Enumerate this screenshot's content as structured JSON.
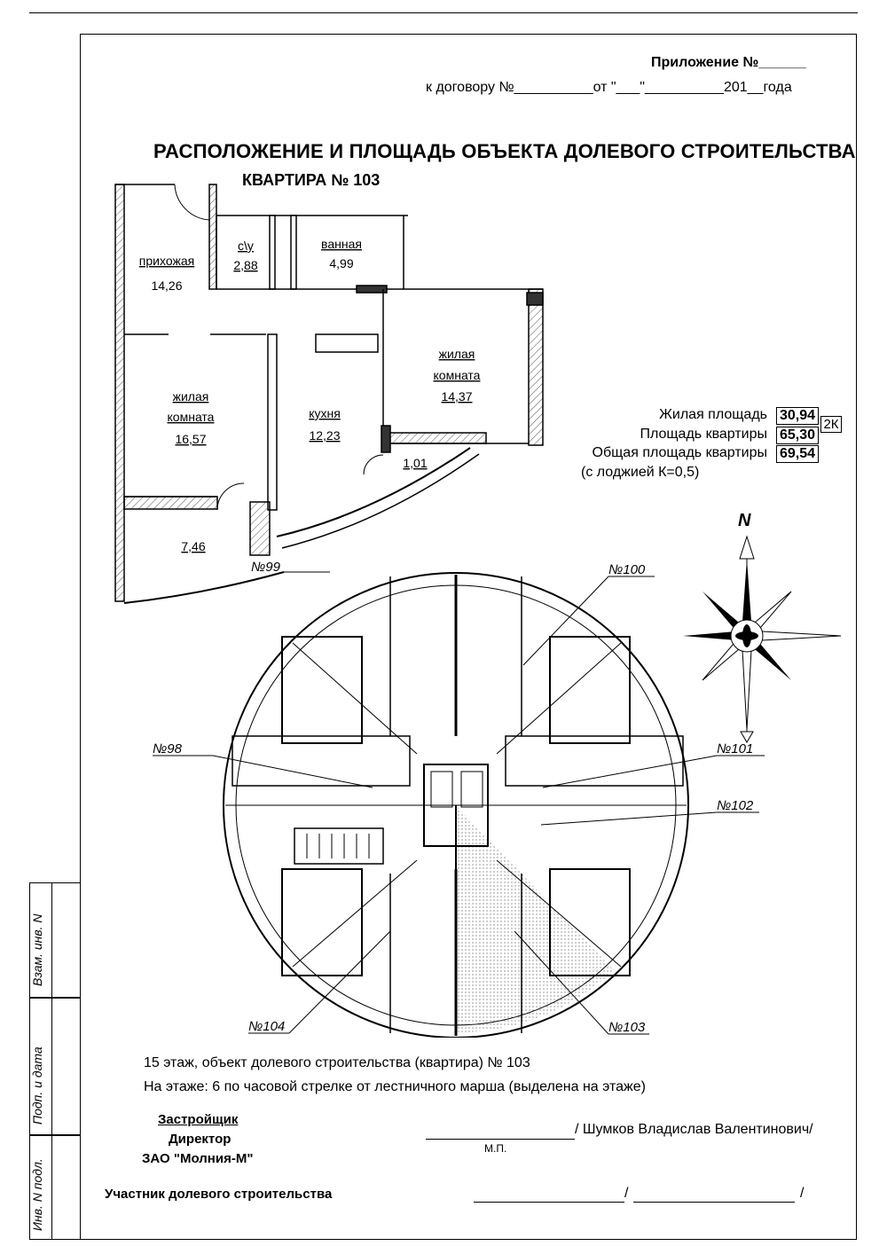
{
  "header": {
    "appendix": "Приложение №______",
    "contract": "к договору №__________от \"___\"__________201__года"
  },
  "title": "РАСПОЛОЖЕНИЕ И ПЛОЩАДЬ ОБЪЕКТА ДОЛЕВОГО СТРОИТЕЛЬСТВА",
  "subtitle": "КВАРТИРА № 103",
  "rooms": {
    "hall_name": "прихожая",
    "hall_area": "14,26",
    "wc_name": "с\\у",
    "wc_area": "2,88",
    "bath_name": "ванная",
    "bath_area": "4,99",
    "living1_name1": "жилая",
    "living1_name2": "комната",
    "living1_area": "14,37",
    "living2_name1": "жилая",
    "living2_name2": "комната",
    "living2_area": "16,57",
    "kitchen_name": "кухня",
    "kitchen_area": "12,23",
    "balcony_area": "1,01",
    "loggia_area": "7,46"
  },
  "areas": {
    "living_label": "Жилая площадь",
    "living_value": "30,94",
    "apt_label": "Площадь квартиры",
    "apt_value": "65,30",
    "total_label": "Общая площадь квартиры",
    "total_value": "69,54",
    "note": "(с лоджией К=0,5)",
    "type": "2К"
  },
  "compass": {
    "north": "N"
  },
  "floor_plan": {
    "labels": [
      "№99",
      "№100",
      "№98",
      "№101",
      "№102",
      "№104",
      "№103"
    ]
  },
  "caption": {
    "line1": "15 этаж, объект долевого строительства (квартира) № 103",
    "line2": "На этаже:  6 по часовой стрелке от лестничного марша (выделена на этаже)"
  },
  "developer": {
    "role": "Застройщик",
    "position": "Директор",
    "company": "ЗАО \"Молния-М\"",
    "signature_name": "/ Шумков Владислав Валентинович/",
    "stamp": "М.П."
  },
  "participant": {
    "label": "Участник долевого строительства",
    "slash1": "/",
    "slash2": "/"
  },
  "side_stamp": {
    "vzam": "Взам. инв. N",
    "podp": "Подп. и дата",
    "inv": "Инв. N подл."
  }
}
